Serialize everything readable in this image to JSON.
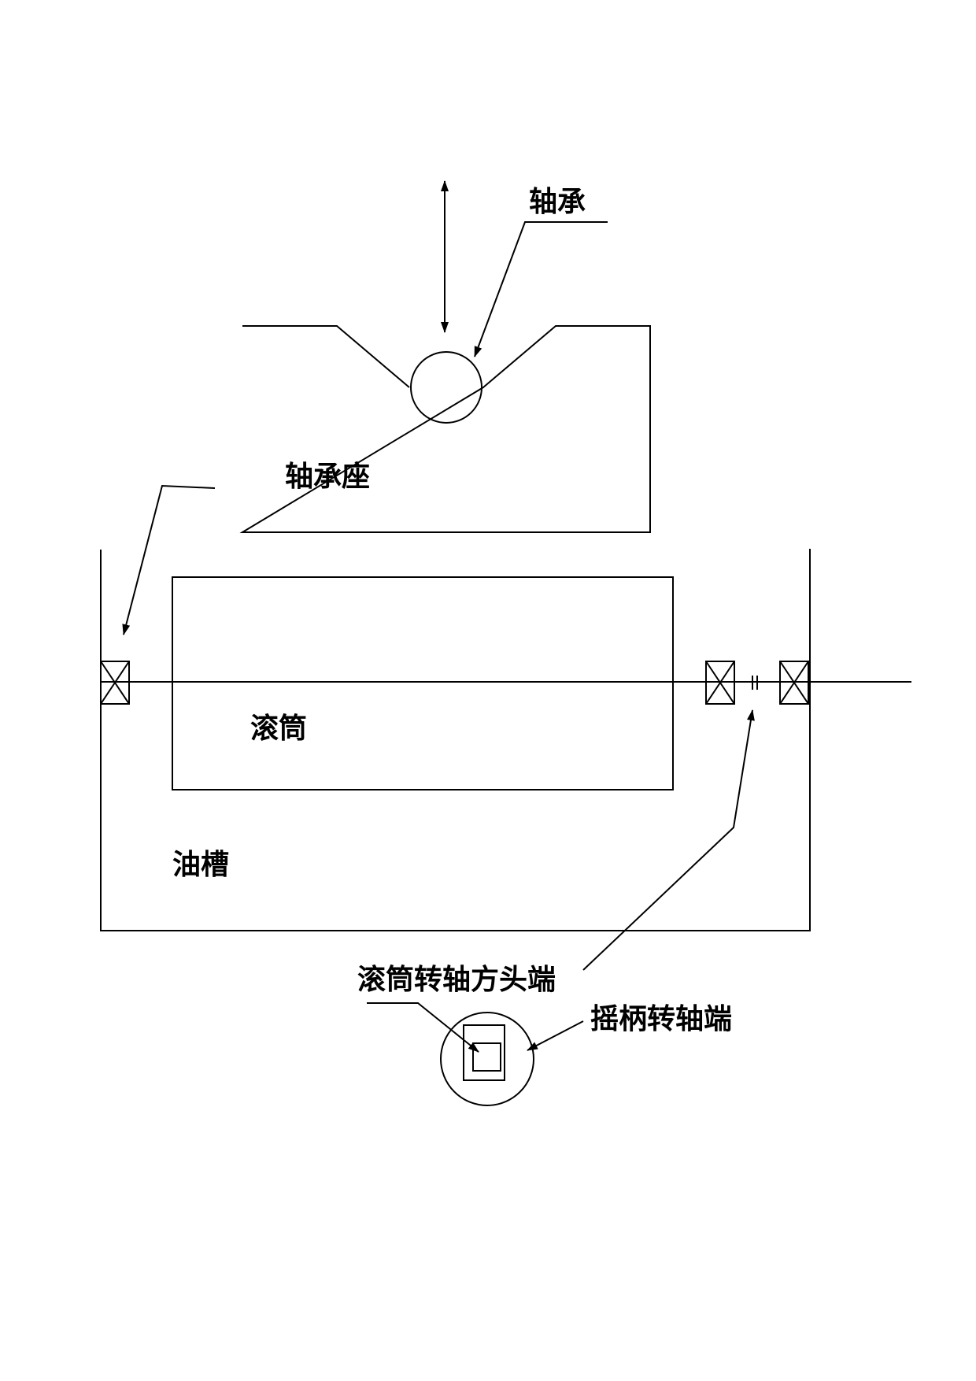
{
  "labels": {
    "bearing": "轴承",
    "bearing_seat": "轴承座",
    "drum": "滚筒",
    "oil_tank": "油槽",
    "drum_shaft_square_end": "滚筒转轴方头端",
    "crank_shaft_end": "摇柄转轴端"
  }
}
